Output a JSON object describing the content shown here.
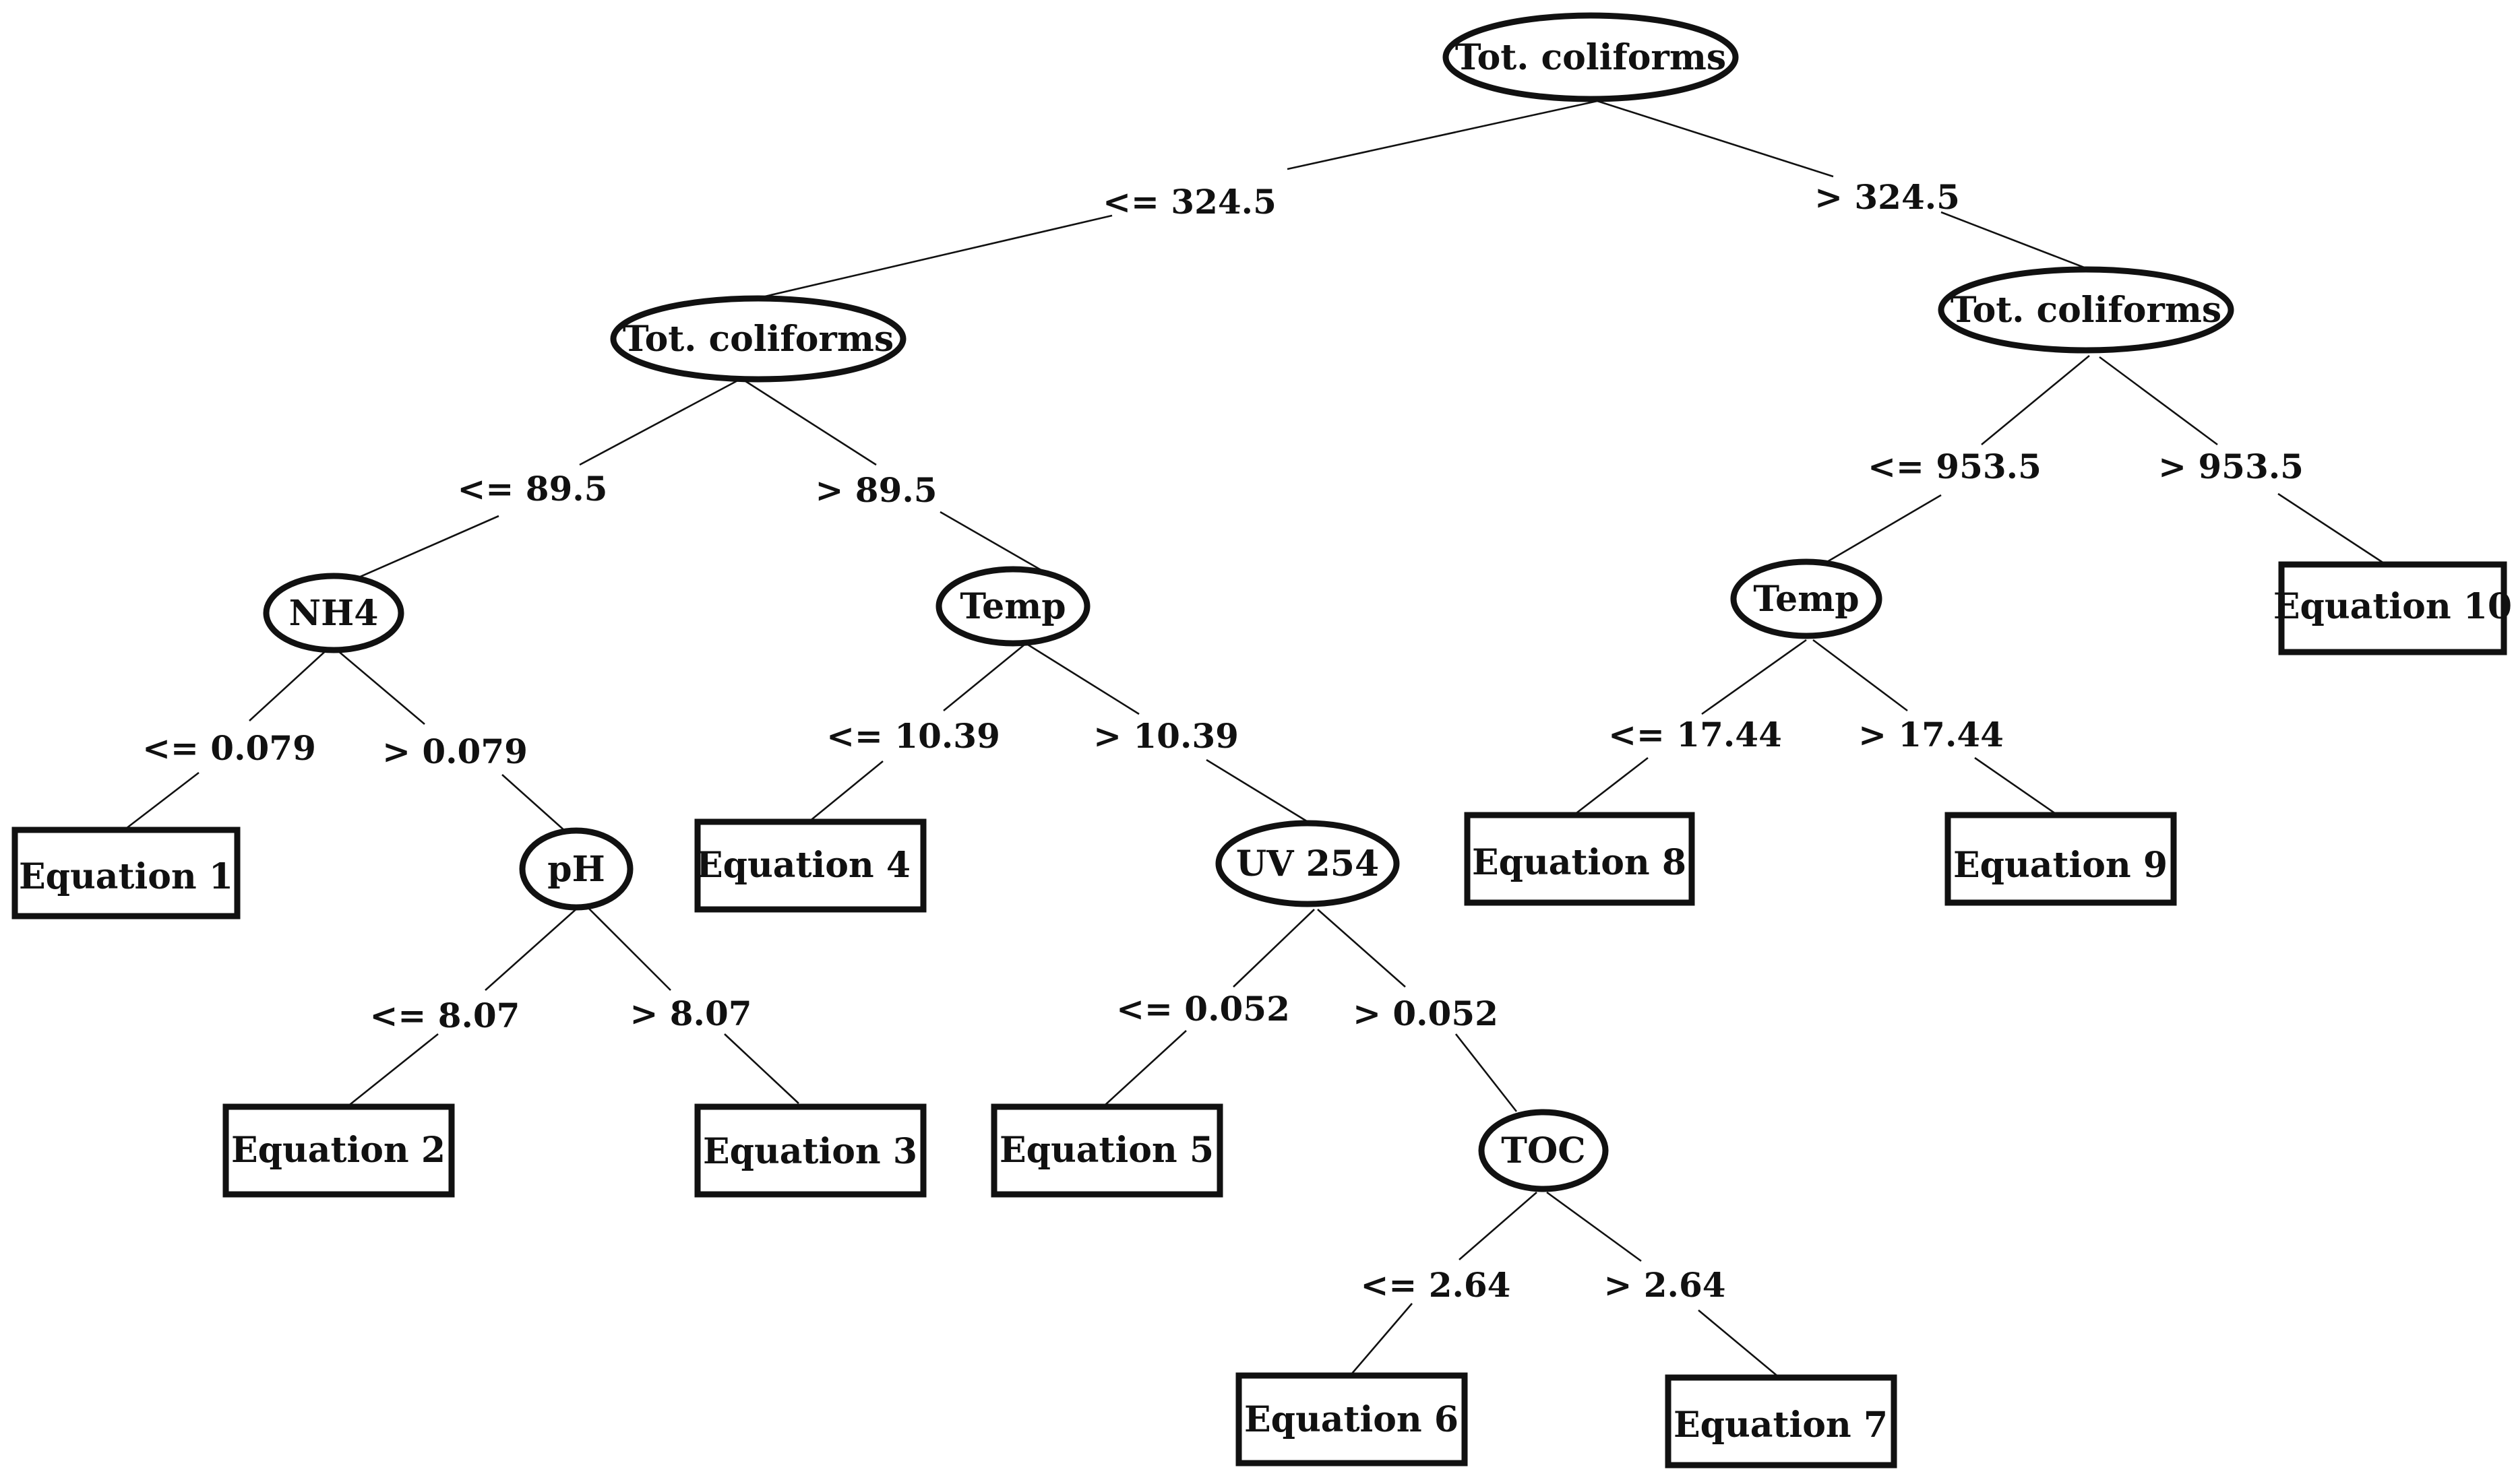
{
  "nodes": {
    "root": {
      "text": "Tot. coliforms"
    },
    "left_split": {
      "text": "Tot. coliforms"
    },
    "right_split": {
      "text": "Tot. coliforms"
    },
    "nh4": {
      "text": "NH4"
    },
    "temp_left": {
      "text": "Temp"
    },
    "temp_right": {
      "text": "Temp"
    },
    "ph": {
      "text": "pH"
    },
    "uv254": {
      "text": "UV 254"
    },
    "toc": {
      "text": "TOC"
    },
    "eq1": {
      "text": "Equation 1"
    },
    "eq2": {
      "text": "Equation 2"
    },
    "eq3": {
      "text": "Equation 3"
    },
    "eq4": {
      "text": "Equation 4"
    },
    "eq5": {
      "text": "Equation 5"
    },
    "eq6": {
      "text": "Equation 6"
    },
    "eq7": {
      "text": "Equation 7"
    },
    "eq8": {
      "text": "Equation 8"
    },
    "eq9": {
      "text": "Equation 9"
    },
    "eq10": {
      "text": "Equation 10"
    }
  },
  "edges": {
    "root_left": "<= 324.5",
    "root_right": "> 324.5",
    "left_le": "<= 89.5",
    "left_gt": "> 89.5",
    "right_le": "<= 953.5",
    "right_gt": "> 953.5",
    "nh4_le": "<= 0.079",
    "nh4_gt": "> 0.079",
    "ph_le": "<= 8.07",
    "ph_gt": "> 8.07",
    "templ_le": "<= 10.39",
    "templ_gt": "> 10.39",
    "uv_le": "<= 0.052",
    "uv_gt": "> 0.052",
    "toc_le": "<= 2.64",
    "toc_gt": "> 2.64",
    "tempr_le": "<= 17.44",
    "tempr_gt": "> 17.44"
  }
}
